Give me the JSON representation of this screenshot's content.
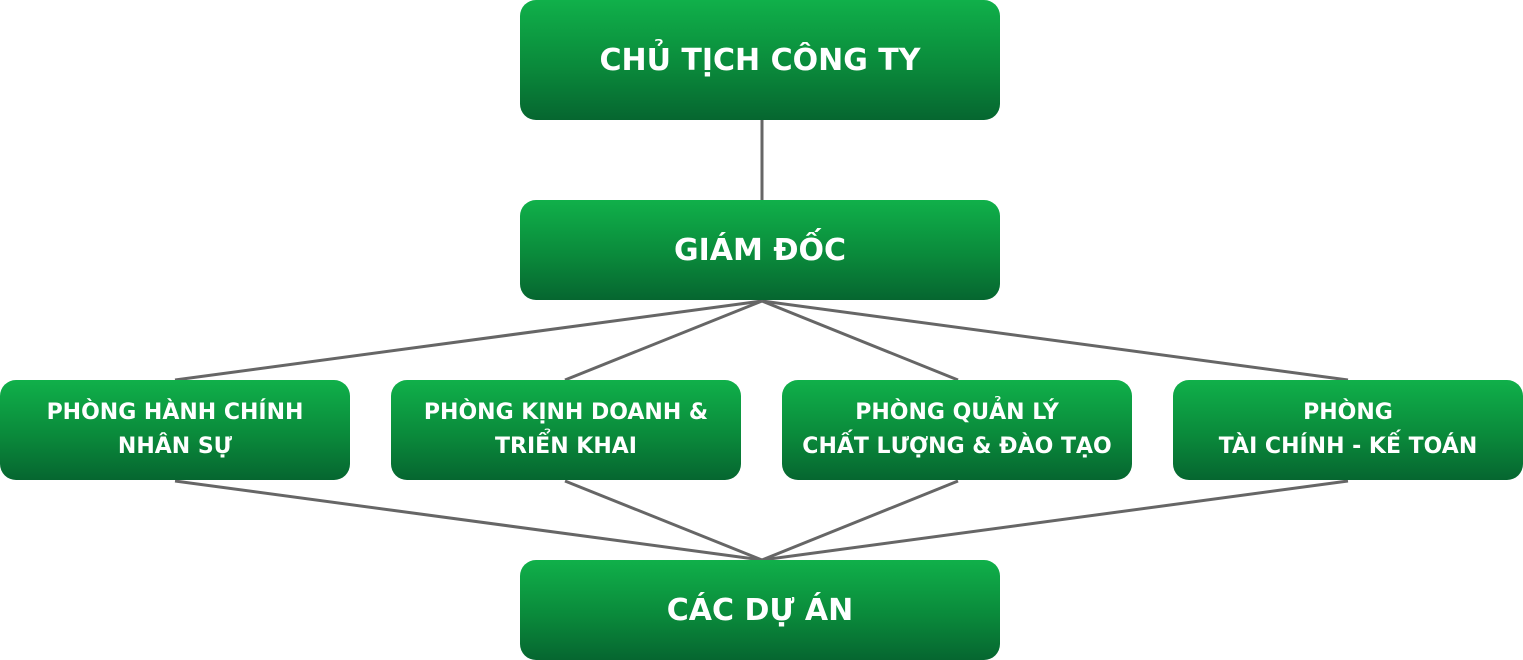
{
  "chairman": "CHỦ TỊCH CÔNG TY",
  "director": "GIÁM ĐỐC",
  "departments": [
    {
      "line1": "PHÒNG HÀNH CHÍNH",
      "line2": "NHÂN SỰ"
    },
    {
      "line1": "PHÒNG KỊNH DOANH &",
      "line2": "TRIỂN KHAI"
    },
    {
      "line1": "PHÒNG QUẢN LÝ",
      "line2": "CHẤT LƯỢNG & ĐÀO TẠO"
    },
    {
      "line1": "PHÒNG",
      "line2": "TÀI CHÍNH - KẾ TOÁN"
    }
  ],
  "projects": "CÁC DỰ ÁN",
  "colors": {
    "box_top": "#10b04a",
    "box_bottom": "#066630",
    "connector": "#666666"
  }
}
